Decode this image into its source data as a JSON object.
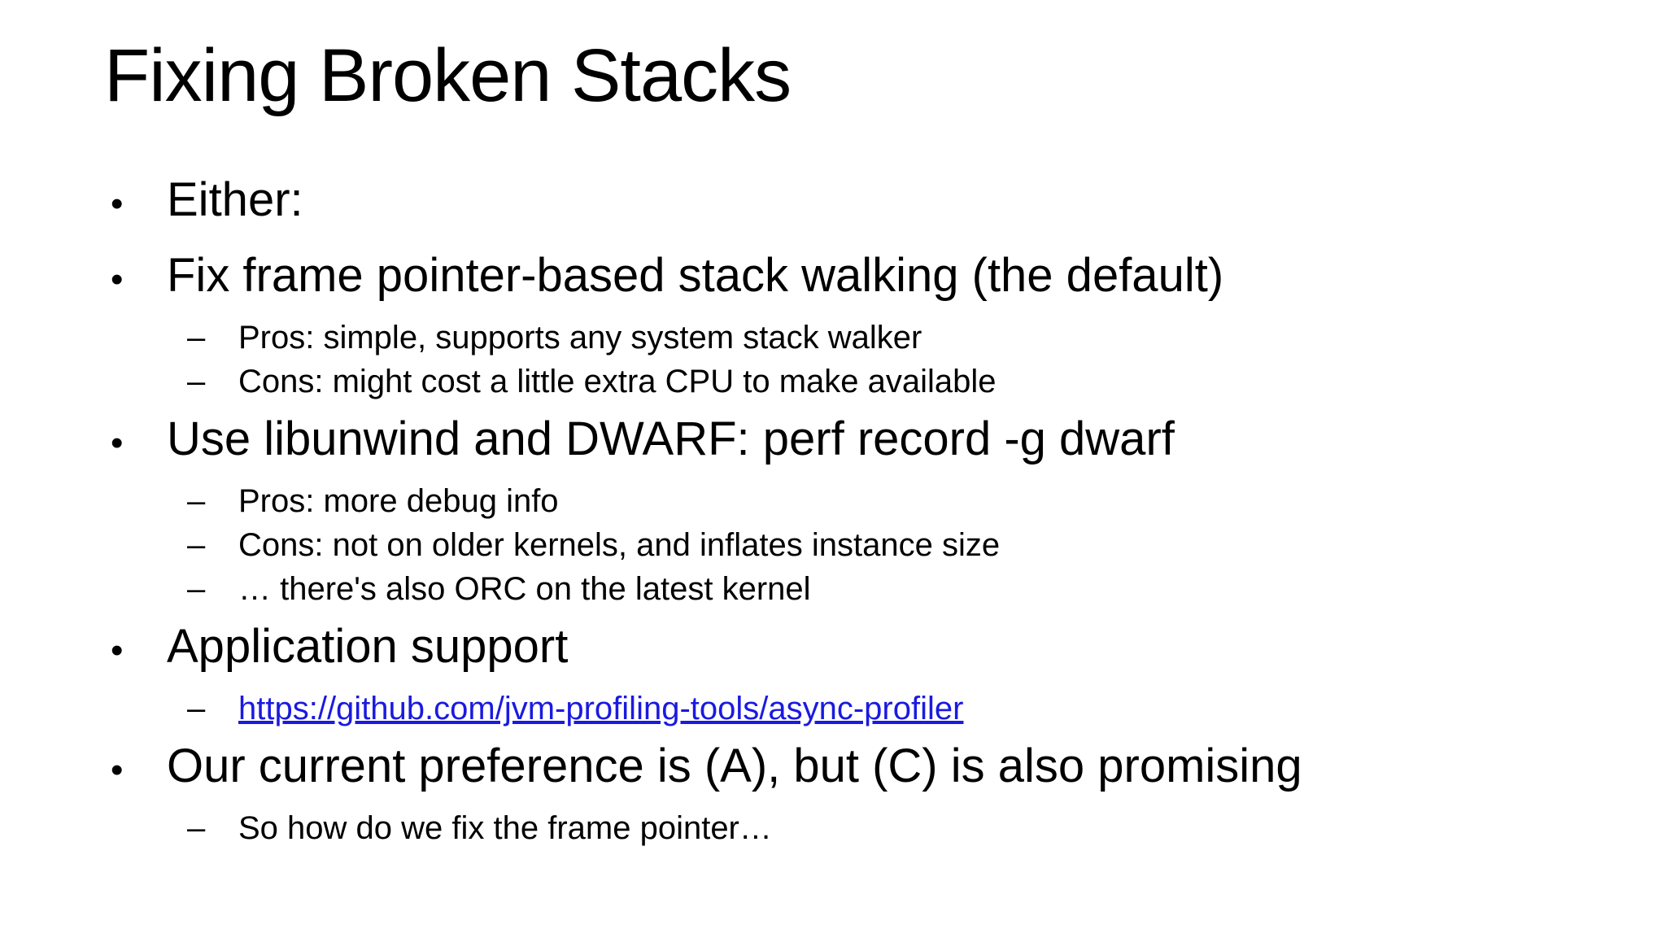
{
  "slide": {
    "title": "Fixing Broken Stacks",
    "markers": {
      "level1": "•",
      "level2": "–"
    },
    "colors": {
      "background": "#ffffff",
      "text": "#000000",
      "link": "#1a1ae0"
    },
    "items": [
      {
        "level": 1,
        "text": "Either:"
      },
      {
        "level": 1,
        "text": "Fix frame pointer-based stack walking (the default)"
      },
      {
        "level": 2,
        "text": "Pros: simple, supports any system stack walker"
      },
      {
        "level": 2,
        "text": "Cons: might cost a little extra CPU to make available"
      },
      {
        "level": 1,
        "text": "Use libunwind and DWARF: perf record -g dwarf"
      },
      {
        "level": 2,
        "text": "Pros: more debug info"
      },
      {
        "level": 2,
        "text": "Cons: not on older kernels, and inflates instance size"
      },
      {
        "level": 2,
        "text": "… there's also ORC on the latest kernel"
      },
      {
        "level": 1,
        "text": "Application support"
      },
      {
        "level": 2,
        "text": "https://github.com/jvm-profiling-tools/async-profiler",
        "is_link": true
      },
      {
        "level": 1,
        "text": "Our current preference is (A), but (C) is also promising"
      },
      {
        "level": 2,
        "text": "So how do we fix the frame pointer…"
      }
    ]
  }
}
